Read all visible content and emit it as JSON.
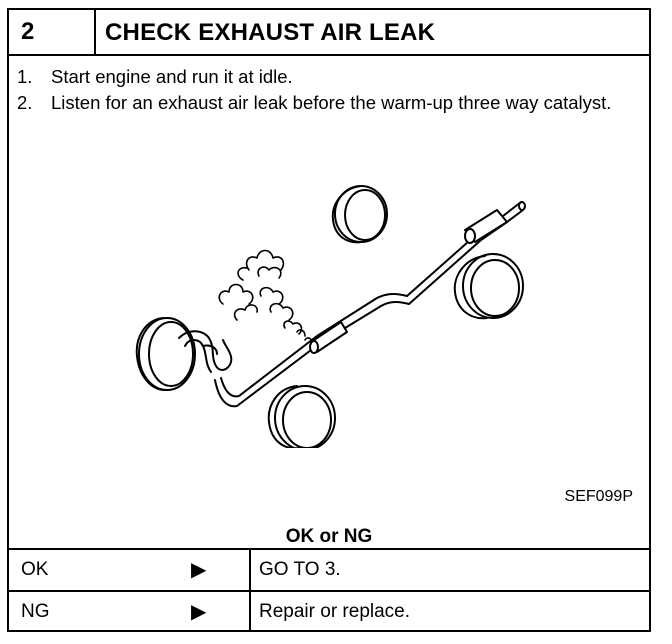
{
  "header": {
    "step_number": "2",
    "title": "CHECK EXHAUST AIR LEAK"
  },
  "steps": [
    {
      "num": "1.",
      "text": "Start engine and run it at idle."
    },
    {
      "num": "2.",
      "text": "Listen for an exhaust air leak before the warm-up three way catalyst."
    }
  ],
  "figure": {
    "code": "SEF099P",
    "icon": "exhaust-system-illustration"
  },
  "result": {
    "title": "OK or NG",
    "rows": [
      {
        "label": "OK",
        "arrow": "▶",
        "action": "GO TO 3."
      },
      {
        "label": "NG",
        "arrow": "▶",
        "action": "Repair or replace."
      }
    ]
  }
}
